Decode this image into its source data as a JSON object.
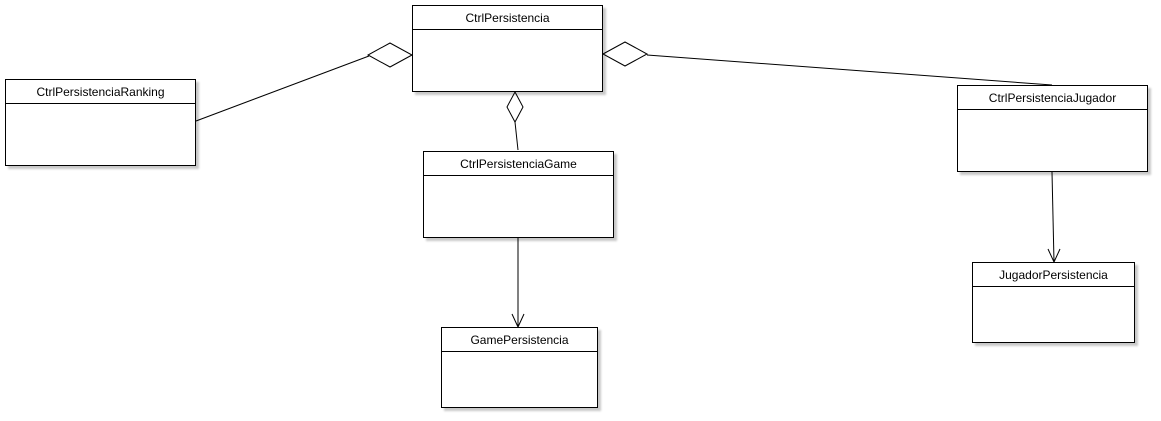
{
  "diagram": {
    "classes": {
      "ctrl_persistencia": {
        "name": "CtrlPersistencia"
      },
      "ctrl_persistencia_ranking": {
        "name": "CtrlPersistenciaRanking"
      },
      "ctrl_persistencia_game": {
        "name": "CtrlPersistenciaGame"
      },
      "ctrl_persistencia_jugador": {
        "name": "CtrlPersistenciaJugador"
      },
      "game_persistencia": {
        "name": "GamePersistencia"
      },
      "jugador_persistencia": {
        "name": "JugadorPersistencia"
      }
    },
    "relations": [
      {
        "type": "aggregation",
        "whole": "CtrlPersistencia",
        "part": "CtrlPersistenciaRanking"
      },
      {
        "type": "aggregation",
        "whole": "CtrlPersistencia",
        "part": "CtrlPersistenciaJugador"
      },
      {
        "type": "aggregation",
        "whole": "CtrlPersistencia",
        "part": "CtrlPersistenciaGame"
      },
      {
        "type": "association",
        "from": "CtrlPersistenciaGame",
        "to": "GamePersistencia"
      },
      {
        "type": "association",
        "from": "CtrlPersistenciaJugador",
        "to": "JugadorPersistencia"
      }
    ],
    "colors": {
      "stroke": "#000000",
      "fill": "#ffffff"
    }
  }
}
